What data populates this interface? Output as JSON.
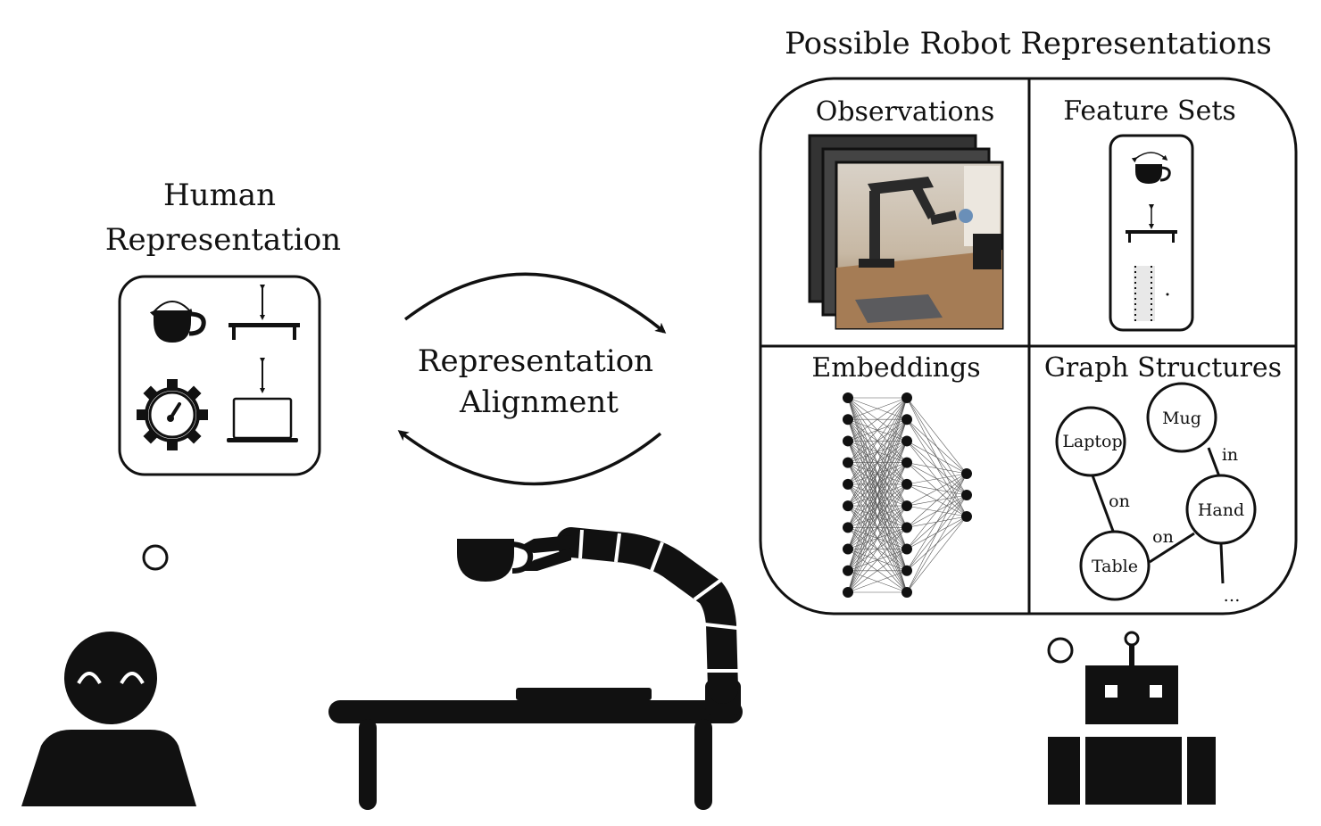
{
  "human": {
    "title_line1": "Human",
    "title_line2": "Representation",
    "icons": [
      "mug-rotate-icon",
      "table-height-icon",
      "gear-gauge-icon",
      "laptop-height-icon"
    ]
  },
  "center": {
    "label_line1": "Representation",
    "label_line2": "Alignment"
  },
  "robot_panel": {
    "title": "Possible Robot Representations",
    "quadrants": {
      "observations": "Observations",
      "feature_sets": "Feature Sets",
      "embeddings": "Embeddings",
      "graph_structures": "Graph Structures"
    },
    "graph": {
      "nodes": {
        "laptop": "Laptop",
        "mug": "Mug",
        "hand": "Hand",
        "table": "Table"
      },
      "edges": {
        "laptop_table": "on",
        "mug_hand": "in",
        "table_hand": "on"
      },
      "continuation": "…"
    },
    "embedding_layers": [
      10,
      10,
      3
    ]
  }
}
